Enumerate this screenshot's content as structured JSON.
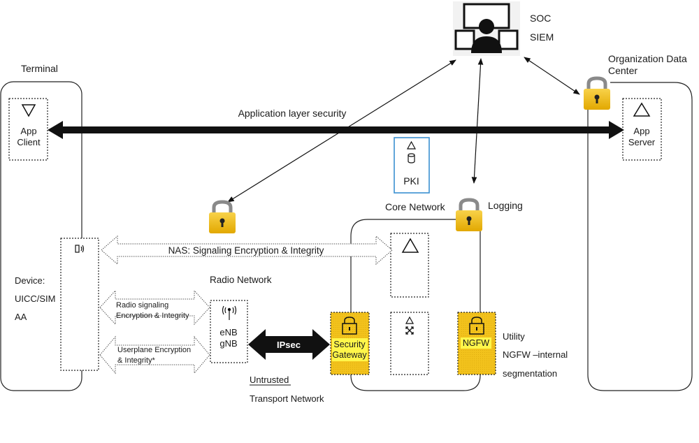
{
  "soc": {
    "line1": "SOC",
    "line2": "SIEM"
  },
  "terminal": {
    "title": "Terminal"
  },
  "org": {
    "line1": "Organization Data",
    "line2": "Center"
  },
  "app_client": {
    "line1": "App",
    "line2": "Client"
  },
  "app_server": {
    "line1": "App",
    "line2": "Server"
  },
  "app_layer_label": "Application layer security",
  "pki": {
    "label": "PKI"
  },
  "core_network": {
    "label": "Core Network"
  },
  "logging": {
    "label": "Logging"
  },
  "nas_label": "NAS: Signaling Encryption & Integrity",
  "radio_network": {
    "label": "Radio Network"
  },
  "device": {
    "line1": "Device:",
    "line2": "UICC/SIM",
    "line3": "AA"
  },
  "radio_signaling": {
    "line1": "Radio signaling",
    "line2": "Encryption & Integrity"
  },
  "userplane": {
    "line1": "Userplane Encryption",
    "line2": "& Integrity*"
  },
  "enb": {
    "line1": "eNB",
    "line2": "gNB"
  },
  "ipsec": {
    "label": "IPsec"
  },
  "security_gateway": {
    "line1": "Security",
    "line2": "Gateway"
  },
  "ngfw": {
    "label": "NGFW"
  },
  "utility": {
    "line1": "Utility",
    "line2": "NGFW –internal",
    "line3": "segmentation"
  },
  "transport": {
    "line1": "Untrusted",
    "line2": "Transport Network"
  },
  "colors": {
    "gold": "#f5c41a",
    "black": "#111111",
    "pki_border": "#3a8fd0"
  }
}
